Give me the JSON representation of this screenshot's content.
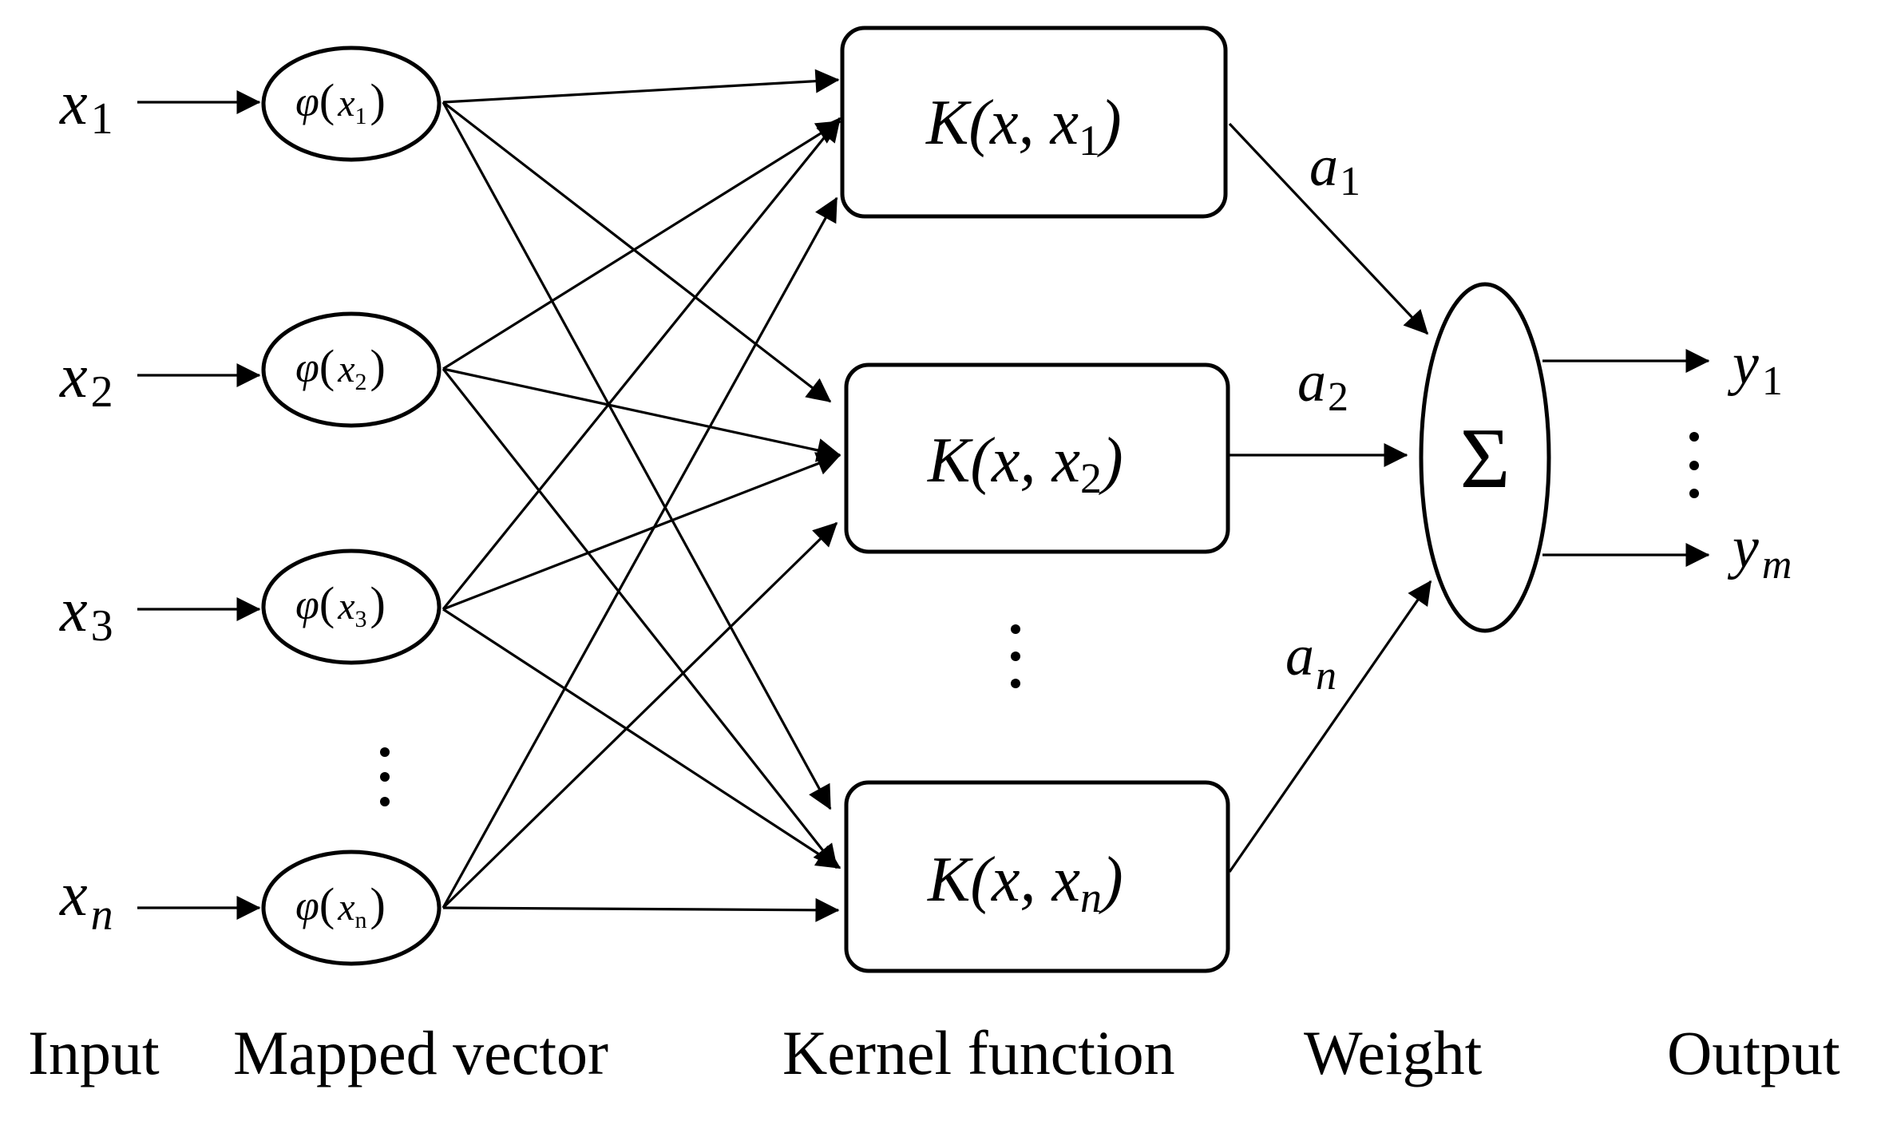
{
  "inputs": [
    {
      "base": "x",
      "sub": "1"
    },
    {
      "base": "x",
      "sub": "2"
    },
    {
      "base": "x",
      "sub": "3"
    },
    {
      "base": "x",
      "sub": "n"
    }
  ],
  "mapped": [
    {
      "fn": "φ",
      "open": "(",
      "arg": "x",
      "sub": "1",
      "close": ")"
    },
    {
      "fn": "φ",
      "open": "(",
      "arg": "x",
      "sub": "2",
      "close": ")"
    },
    {
      "fn": "φ",
      "open": "(",
      "arg": "x",
      "sub": "3",
      "close": ")"
    },
    {
      "fn": "φ",
      "open": "(",
      "arg": "x",
      "sub": "n",
      "close": ")"
    }
  ],
  "kernels": [
    {
      "head": "K(x, ",
      "arg": "x",
      "sub": "1",
      "close": ")"
    },
    {
      "head": "K(x, ",
      "arg": "x",
      "sub": "2",
      "close": ")"
    },
    {
      "head": "K(x, ",
      "arg": "x",
      "sub": "n",
      "close": ")"
    }
  ],
  "weights": [
    {
      "base": "a",
      "sub": "1"
    },
    {
      "base": "a",
      "sub": "2"
    },
    {
      "base": "a",
      "sub": "n"
    }
  ],
  "sum_symbol": "Σ",
  "outputs": [
    {
      "base": "y",
      "sub": "1"
    },
    {
      "base": "y",
      "sub": "m"
    }
  ],
  "captions": {
    "input": "Input",
    "mapped": "Mapped vector",
    "kernel": "Kernel function",
    "weight": "Weight",
    "output": "Output"
  }
}
